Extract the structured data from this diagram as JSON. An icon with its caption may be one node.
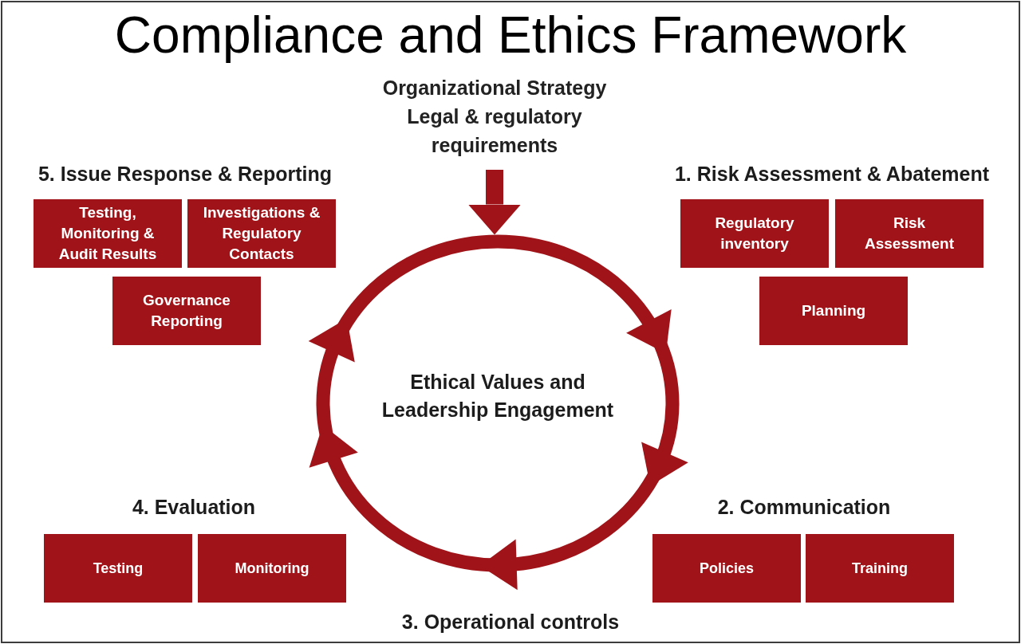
{
  "diagram": {
    "title": "Compliance and Ethics Framework",
    "nodes": [
      {
        "text": [
          "Organizational Strategy",
          "Legal & regulatory requirements"
        ]
      },
      {
        "text": [
          "Testing, Monitoring & Audit Results"
        ]
      },
      {
        "text": [
          "Investigations & Regulatory Contacts"
        ]
      },
      {
        "text": [
          "Regulatory inventory"
        ]
      },
      {
        "text": [
          "Risk Assessment"
        ]
      },
      {
        "text": [
          "Governance Reporting"
        ]
      },
      {
        "text": [
          "Planning"
        ]
      },
      {
        "text": [
          "Ethical Values and Leadership Engagement"
        ]
      },
      {
        "text": [
          "Testing"
        ]
      },
      {
        "text": [
          "Monitoring"
        ]
      },
      {
        "text": [
          "Policies"
        ]
      },
      {
        "text": [
          "Training"
        ]
      }
    ],
    "edges": [
      {
        "from": 0,
        "to": 7,
        "arrow": "to"
      }
    ],
    "labels": [
      "5. Issue Response & Reporting",
      "1. Risk Assessment & Abatement",
      "4. Evaluation",
      "2. Communication",
      "3. Operational controls"
    ]
  }
}
